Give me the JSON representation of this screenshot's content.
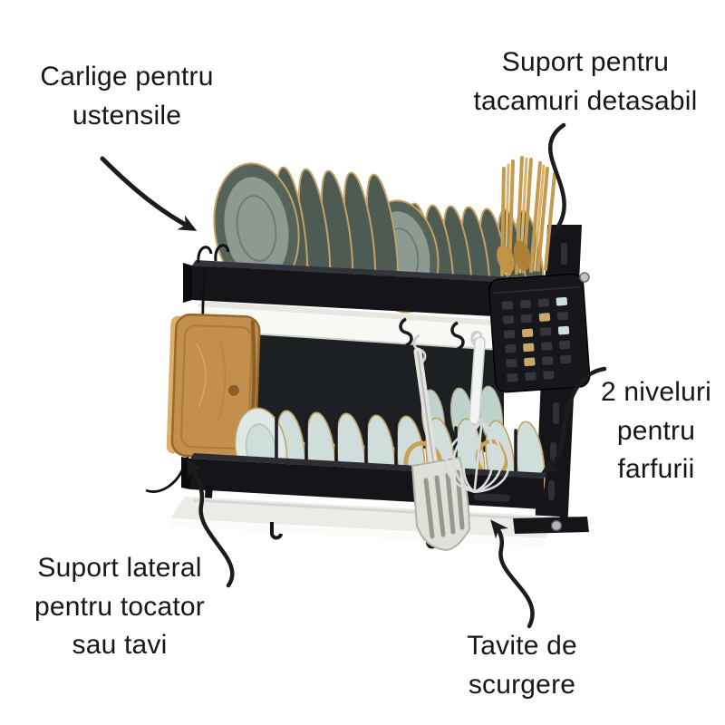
{
  "background": "#ffffff",
  "annotations": {
    "hooks": {
      "text": "Carlige pentru\nustensile"
    },
    "cutlery_holder": {
      "text": "Suport pentru\ntacamuri detasabil"
    },
    "two_levels": {
      "text": "2 niveluri\npentru\nfarfurii"
    },
    "side_support": {
      "text": "Suport lateral\npentru tocator\nsau tavi"
    },
    "drip_trays": {
      "text": "Tavite de\nscurgere"
    }
  },
  "product": {
    "name": "dish-drying-rack-2-tier",
    "colors": {
      "frame_black": "#141419",
      "plate_green": "#4e5b53",
      "plate_face": "#8d9a92",
      "rim_gold": "#c3a065",
      "bowl_mint": "#cfdeda",
      "board_wood": "#c28f4c",
      "tray_white": "#f8f8f5",
      "utensil_silver": "#dededa",
      "annotation_ink": "#1c1c1c"
    }
  }
}
